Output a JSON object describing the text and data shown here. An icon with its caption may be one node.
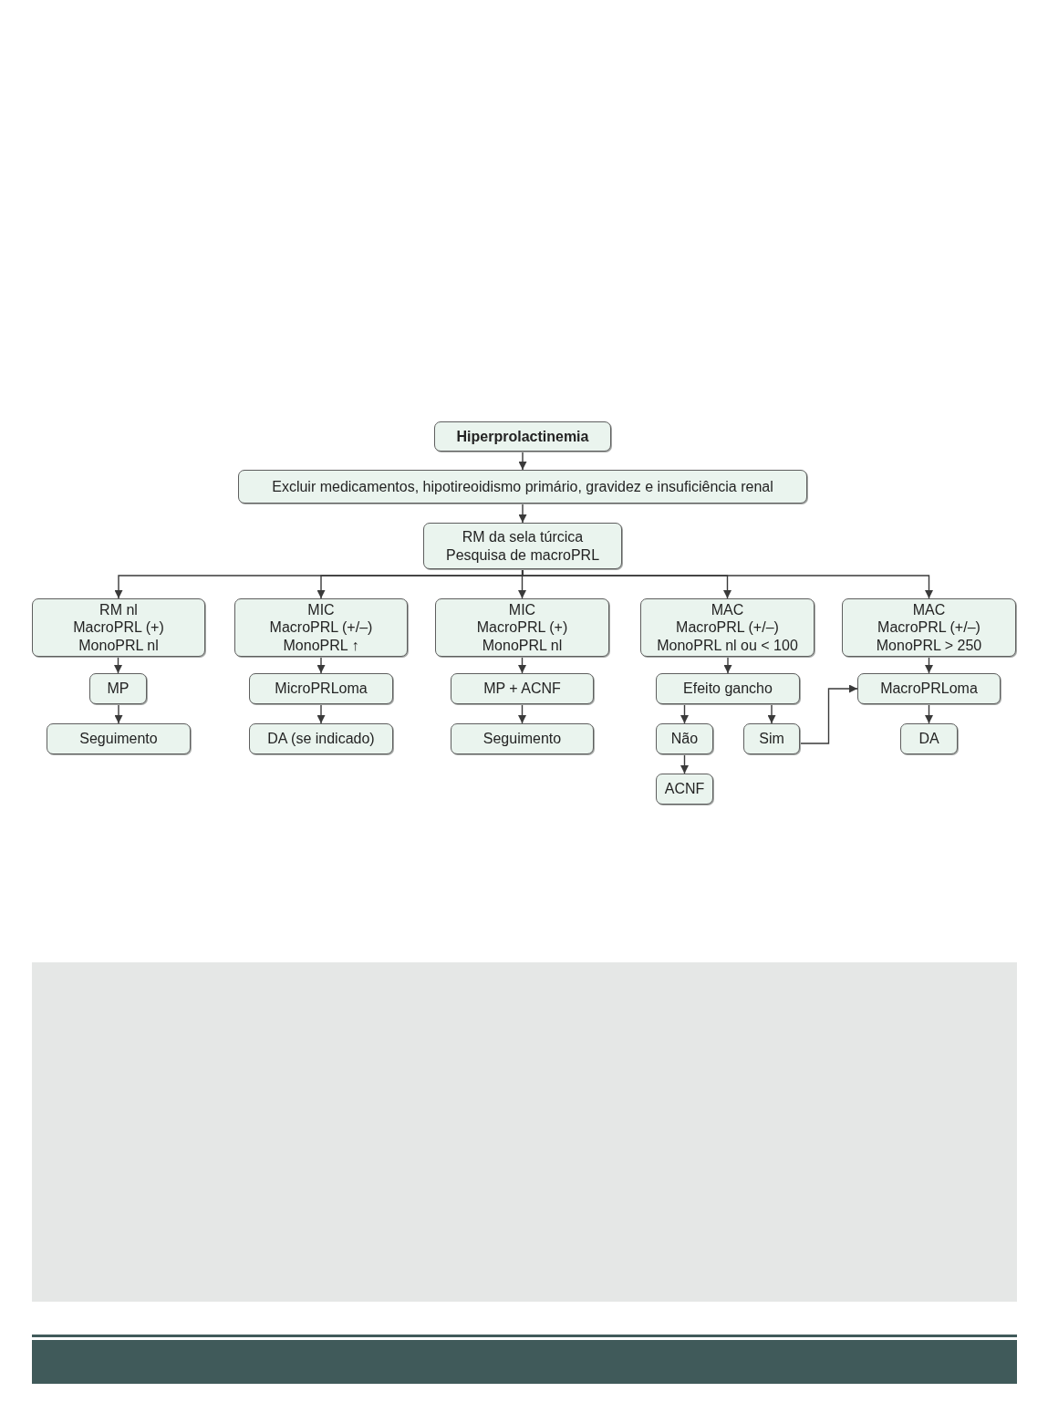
{
  "diagram": {
    "nodes": [
      {
        "text": [
          "Hiperprolactinemia"
        ]
      },
      {
        "text": [
          "Excluir medicamentos, hipotireoidismo primário, gravidez e insuficiência renal"
        ]
      },
      {
        "text": [
          "RM da sela túrcica",
          "Pesquisa de macroPRL"
        ]
      },
      {
        "text": [
          "RM nl",
          "MacroPRL (+)",
          "MonoPRL nl"
        ]
      },
      {
        "text": [
          "MIC",
          "MacroPRL (+/–)",
          "MonoPRL ↑"
        ]
      },
      {
        "text": [
          "MIC",
          "MacroPRL (+)",
          "MonoPRL nl"
        ]
      },
      {
        "text": [
          "MAC",
          "MacroPRL (+/–)",
          "MonoPRL nl ou < 100"
        ]
      },
      {
        "text": [
          "MAC",
          "MacroPRL (+/–)",
          "MonoPRL > 250"
        ]
      },
      {
        "text": [
          "MP"
        ]
      },
      {
        "text": [
          "MicroPRLoma"
        ]
      },
      {
        "text": [
          "MP + ACNF"
        ]
      },
      {
        "text": [
          "Efeito gancho"
        ]
      },
      {
        "text": [
          "MacroPRLoma"
        ]
      },
      {
        "text": [
          "Seguimento"
        ]
      },
      {
        "text": [
          "DA (se indicado)"
        ]
      },
      {
        "text": [
          "Seguimento"
        ]
      },
      {
        "text": [
          "Não"
        ]
      },
      {
        "text": [
          "Sim"
        ]
      },
      {
        "text": [
          "DA"
        ]
      },
      {
        "text": [
          "ACNF"
        ]
      }
    ],
    "edges": [
      {
        "from": 0,
        "to": 1,
        "arrow": "to"
      },
      {
        "from": 1,
        "to": 2,
        "arrow": "to"
      },
      {
        "from": 2,
        "to": 3,
        "arrow": "to"
      },
      {
        "from": 2,
        "to": 4,
        "arrow": "to"
      },
      {
        "from": 2,
        "to": 5,
        "arrow": "to"
      },
      {
        "from": 2,
        "to": 6,
        "arrow": "to"
      },
      {
        "from": 2,
        "to": 7,
        "arrow": "to"
      },
      {
        "from": 3,
        "to": 8,
        "arrow": "to"
      },
      {
        "from": 4,
        "to": 9,
        "arrow": "to"
      },
      {
        "from": 5,
        "to": 10,
        "arrow": "to"
      },
      {
        "from": 6,
        "to": 11,
        "arrow": "to"
      },
      {
        "from": 7,
        "to": 12,
        "arrow": "to"
      },
      {
        "from": 8,
        "to": 13,
        "arrow": "to"
      },
      {
        "from": 9,
        "to": 14,
        "arrow": "to"
      },
      {
        "from": 10,
        "to": 15,
        "arrow": "to"
      },
      {
        "from": 11,
        "to": 16,
        "arrow": "to"
      },
      {
        "from": 11,
        "to": 17,
        "arrow": "to"
      },
      {
        "from": 12,
        "to": 18,
        "arrow": "to"
      },
      {
        "from": 16,
        "to": 19,
        "arrow": "to"
      },
      {
        "from": 17,
        "to": 12,
        "arrow": "to"
      }
    ]
  }
}
